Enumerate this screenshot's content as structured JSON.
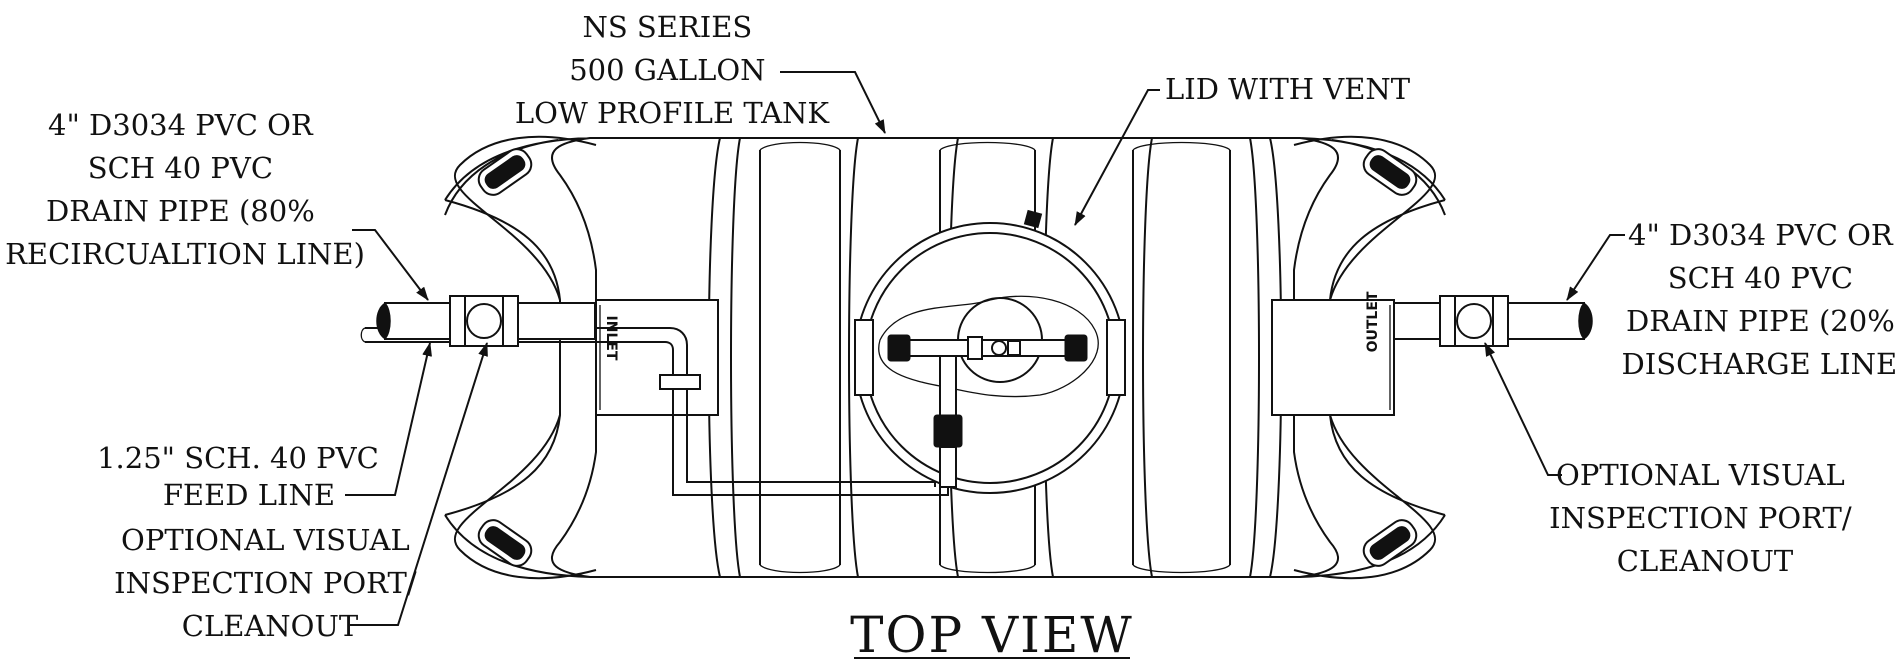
{
  "diagram": {
    "title": "TOP VIEW",
    "tank_labels": {
      "inlet": "INLET",
      "outlet": "OUTLET"
    },
    "callouts": {
      "tank": [
        "NS SERIES",
        "500 GALLON",
        "LOW PROFILE TANK"
      ],
      "lid": [
        "LID WITH VENT"
      ],
      "recirc_pipe": [
        "4\" D3034 PVC OR",
        "SCH 40 PVC",
        "DRAIN PIPE (80%",
        "RECIRCUALTION LINE)"
      ],
      "feed_line": [
        "1.25\" SCH. 40 PVC",
        "FEED LINE"
      ],
      "inspection_left": [
        "OPTIONAL VISUAL",
        "INSPECTION PORT/",
        "CLEANOUT"
      ],
      "discharge_pipe": [
        "4\" D3034 PVC OR",
        "SCH 40 PVC",
        "DRAIN PIPE (20%",
        "DISCHARGE LINE)"
      ],
      "inspection_right": [
        "OPTIONAL VISUAL",
        "INSPECTION PORT/",
        "CLEANOUT"
      ]
    },
    "colors": {
      "line": "#111111",
      "background": "#ffffff"
    }
  }
}
